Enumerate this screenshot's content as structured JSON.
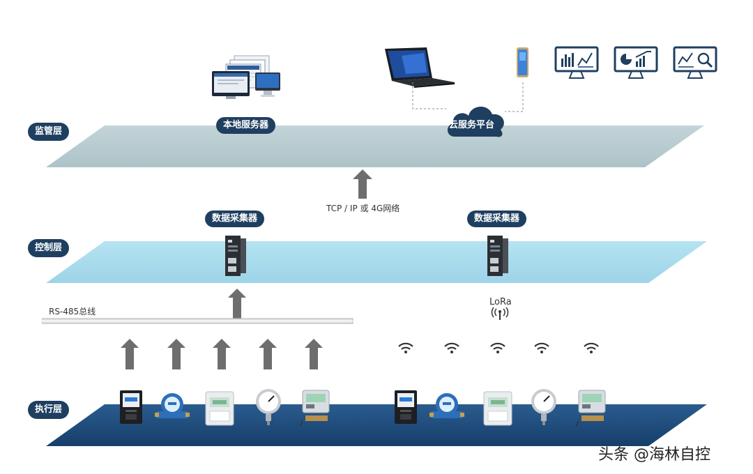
{
  "layers": {
    "supervision": "监管层",
    "control": "控制层",
    "execution": "执行层"
  },
  "supervision": {
    "local_server": "本地服务器",
    "cloud_platform": "云服务平台",
    "devices": [
      "desktop-icon",
      "laptop-icon",
      "phone-icon",
      "monitor-chart-icon",
      "monitor-pie-icon",
      "monitor-trend-icon"
    ]
  },
  "network": {
    "tcp": "TCP / IP 或 4G网络",
    "rs485": "RS-485总线",
    "lora": "LoRa"
  },
  "control": {
    "collector_left": "数据采集器",
    "collector_right": "数据采集器"
  },
  "execution": {
    "left_devices": [
      "electric-meter-icon",
      "water-meter-icon",
      "gas-meter-icon",
      "pressure-gauge-icon",
      "heat-meter-icon"
    ],
    "right_devices": [
      "electric-meter-icon",
      "water-meter-icon",
      "gas-meter-icon",
      "pressure-gauge-icon",
      "heat-meter-icon"
    ]
  },
  "watermark": "头条 @海林自控",
  "colors": {
    "supervision_plane": "#b9ccd1",
    "control_plane": "#a9dced",
    "execution_plane": "#1c4a7c",
    "label_bg": "#1f3f60",
    "arrow": "#6e6e6e"
  }
}
